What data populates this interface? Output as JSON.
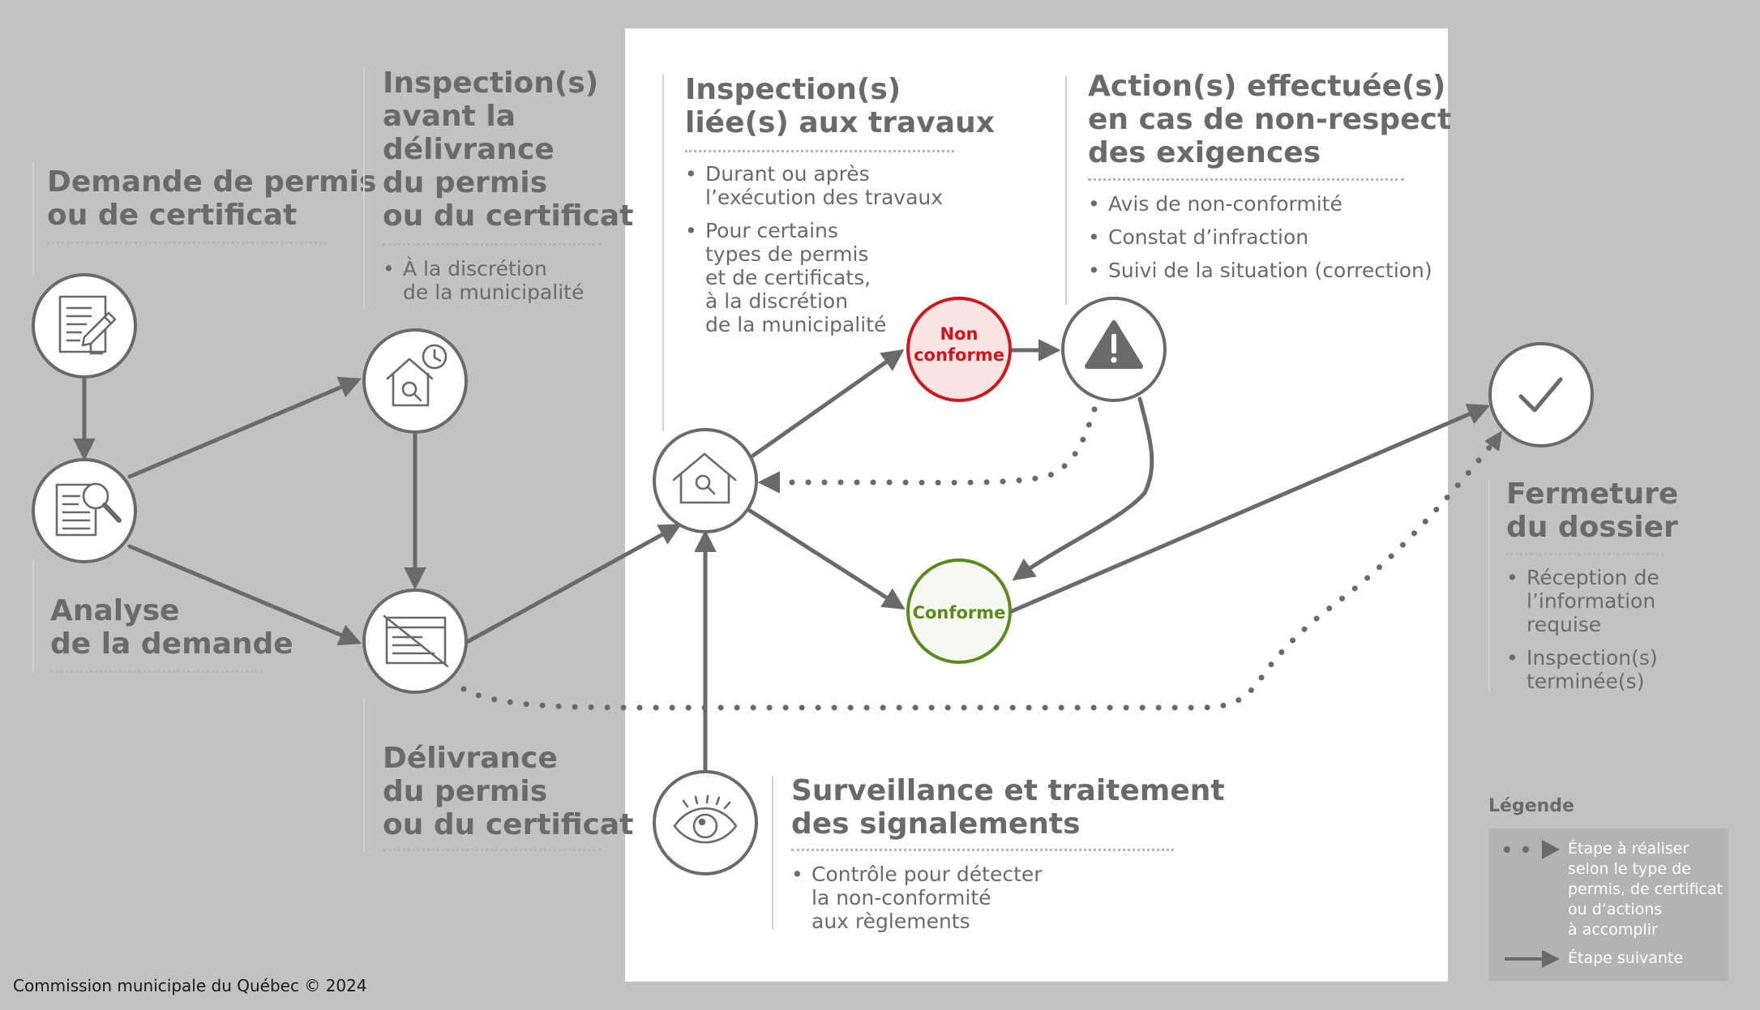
{
  "colors": {
    "background": "#c2c2c2",
    "panel": "#ffffff",
    "node_border": "#6a6a6a",
    "text": "#6a6a6a",
    "non_conforme": "#d0161e",
    "non_conforme_fill": "#fbe4e4",
    "conforme": "#5a8a1e",
    "conforme_fill": "#f6f8f2"
  },
  "steps": {
    "demande": {
      "title": "Demande de permis\nou de certificat",
      "icon": "form-pencil-icon"
    },
    "analyse": {
      "title": "Analyse\nde la demande",
      "icon": "document-search-icon"
    },
    "inspection_avant": {
      "title": "Inspection(s)\navant la\ndélivrance\ndu permis\nou du certificat",
      "bullets": [
        "À la discrétion\nde la municipalité"
      ],
      "icon": "house-search-clock-icon"
    },
    "delivrance": {
      "title": "Délivrance\ndu permis\nou du certificat",
      "icon": "permit-certificate-icon"
    },
    "inspection_travaux": {
      "title": "Inspection(s)\nliée(s) aux travaux",
      "bullets": [
        "Durant ou après\nl’exécution des travaux",
        "Pour certains\ntypes de permis\net de certificats,\nà la discrétion\nde la municipalité"
      ],
      "icon": "house-search-icon"
    },
    "non_conforme": {
      "label": "Non\nconforme"
    },
    "conforme": {
      "label": "Conforme"
    },
    "actions": {
      "title": "Action(s) effectuée(s)\nen cas de non-respect\ndes exigences",
      "bullets": [
        "Avis de non-conformité",
        "Constat d’infraction",
        "Suivi de la situation (correction)"
      ],
      "icon": "warning-icon"
    },
    "surveillance": {
      "title": "Surveillance et traitement\ndes signalements",
      "bullets": [
        "Contrôle pour détecter\nla non-conformité\naux règlements"
      ],
      "icon": "eye-icon"
    },
    "fermeture": {
      "title": "Fermeture\ndu dossier",
      "bullets": [
        "Réception de\nl’information\nrequise",
        "Inspection(s)\nterminée(s)"
      ],
      "icon": "checkmark-icon"
    }
  },
  "legend": {
    "title": "Légende",
    "optional_label": "Étape à réaliser\nselon le type de\npermis, de certificat\nou d’actions\nà accomplir",
    "next_label": "Étape suivante"
  },
  "footer": "Commission municipale du Québec © 2024"
}
